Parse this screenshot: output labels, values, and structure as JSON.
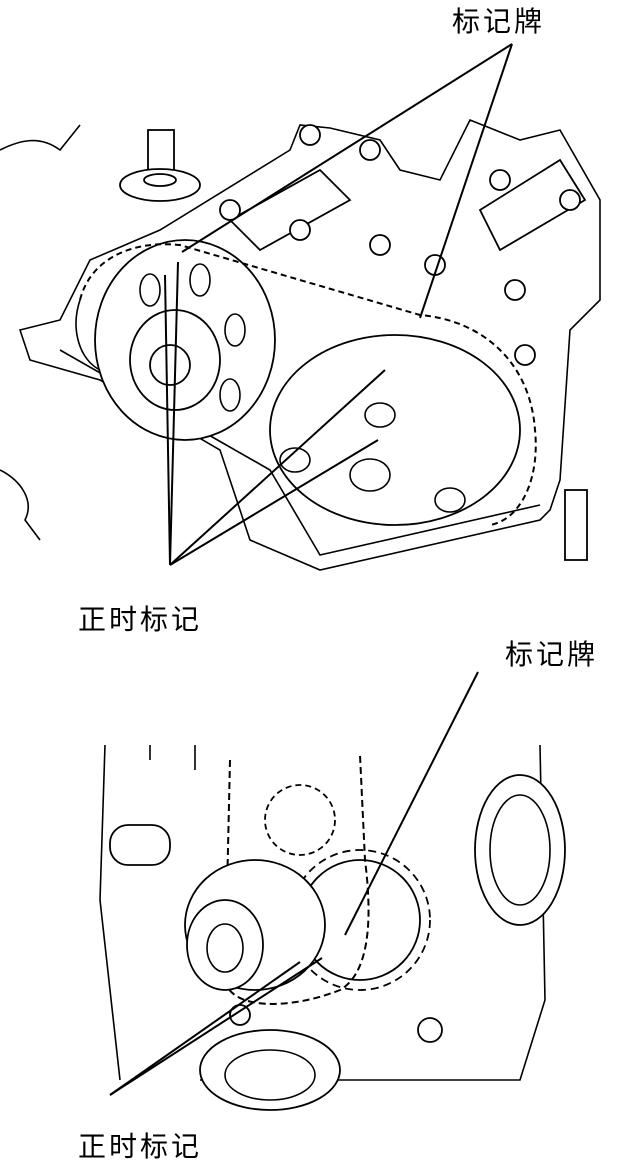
{
  "figure_top": {
    "label_plate": "标记牌",
    "timing_mark": "正时标记"
  },
  "figure_bottom": {
    "label_plate": "标记牌",
    "timing_mark": "正时标记"
  },
  "colors": {
    "line": "#000000",
    "background": "#ffffff"
  }
}
